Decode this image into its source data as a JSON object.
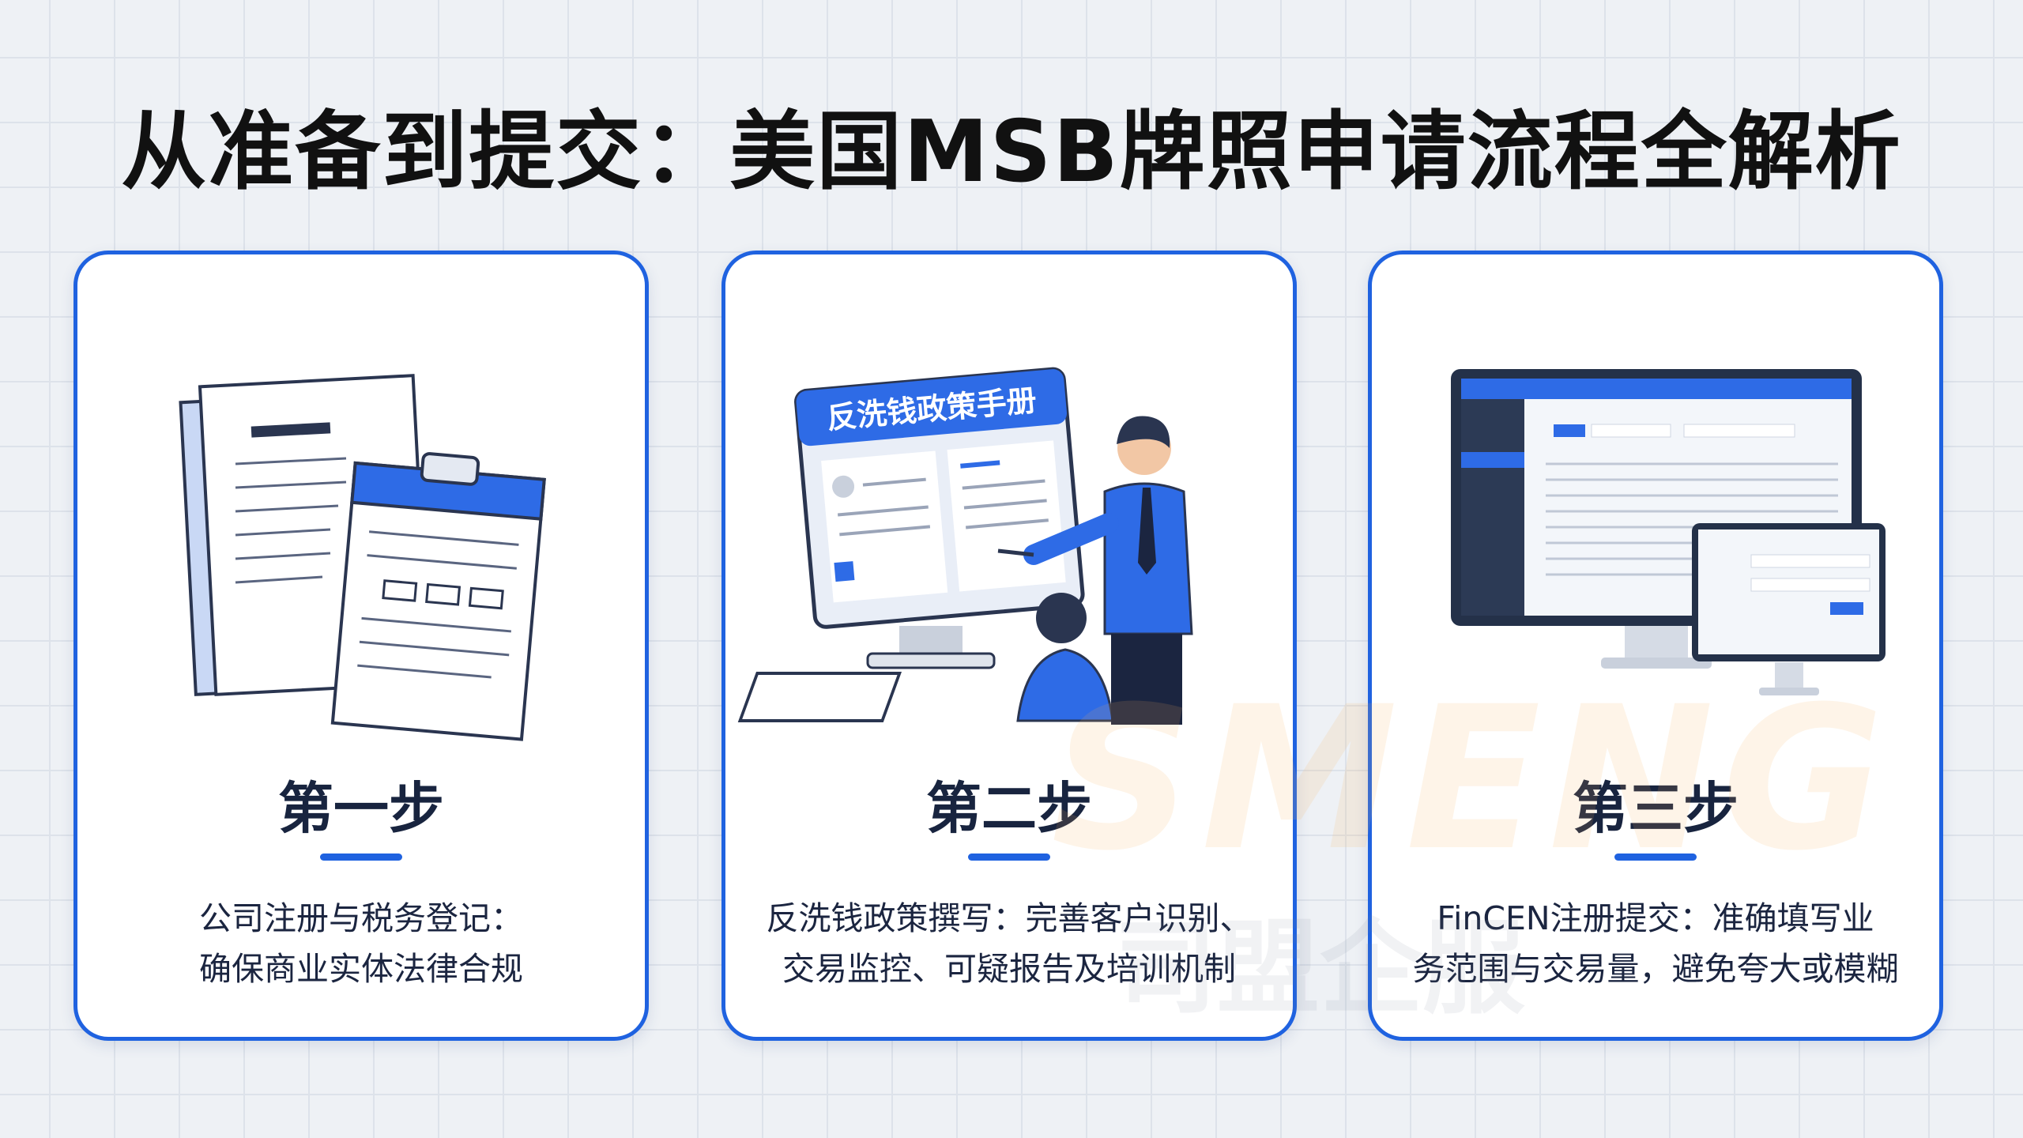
{
  "title": "从准备到提交：美国MSB牌照申请流程全解析",
  "colors": {
    "accent": "#1f62e0",
    "background": "#eef1f5",
    "text": "#1b2540"
  },
  "steps": [
    {
      "heading": "第一步",
      "lines": [
        "公司注册与税务登记：",
        "确保商业实体法律合规"
      ],
      "illustration": "documents-clipboard"
    },
    {
      "heading": "第二步",
      "lines": [
        "反洗钱政策撰写：完善客户识别、",
        "交易监控、可疑报告及培训机制"
      ],
      "illustration": "policy-manual-presentation",
      "screen_title": "反洗钱政策手册"
    },
    {
      "heading": "第三步",
      "lines": [
        "FinCEN注册提交：准确填写业",
        "务范围与交易量，避免夸大或模糊"
      ],
      "illustration": "monitor-and-tablet-dashboard"
    }
  ],
  "watermark": {
    "logo": "SMENG",
    "name": "司盟企服"
  }
}
